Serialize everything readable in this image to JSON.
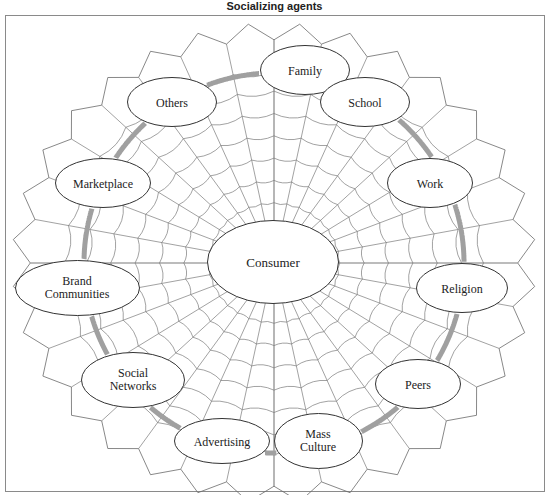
{
  "diagram": {
    "title": "Socializing agents",
    "nodes": [
      {
        "text": [
          "Family"
        ]
      },
      {
        "text": [
          "School"
        ]
      },
      {
        "text": [
          "Work"
        ]
      },
      {
        "text": [
          "Religion"
        ]
      },
      {
        "text": [
          "Peers"
        ]
      },
      {
        "text": [
          "Mass Culture"
        ]
      },
      {
        "text": [
          "Advertising"
        ]
      },
      {
        "text": [
          "Social Networks"
        ]
      },
      {
        "text": [
          "Brand Communities"
        ]
      },
      {
        "text": [
          "Marketplace"
        ]
      },
      {
        "text": [
          "Others"
        ]
      },
      {
        "text": [
          "Consumer"
        ]
      }
    ],
    "edges": [
      {
        "from": 0,
        "to": 1,
        "arrow": "none"
      },
      {
        "from": 1,
        "to": 2,
        "arrow": "none"
      },
      {
        "from": 2,
        "to": 3,
        "arrow": "none"
      },
      {
        "from": 3,
        "to": 4,
        "arrow": "none"
      },
      {
        "from": 4,
        "to": 5,
        "arrow": "none"
      },
      {
        "from": 5,
        "to": 6,
        "arrow": "none"
      },
      {
        "from": 6,
        "to": 7,
        "arrow": "none"
      },
      {
        "from": 7,
        "to": 8,
        "arrow": "none"
      },
      {
        "from": 8,
        "to": 9,
        "arrow": "none"
      },
      {
        "from": 9,
        "to": 10,
        "arrow": "none"
      },
      {
        "from": 10,
        "to": 0,
        "arrow": "none"
      }
    ]
  }
}
